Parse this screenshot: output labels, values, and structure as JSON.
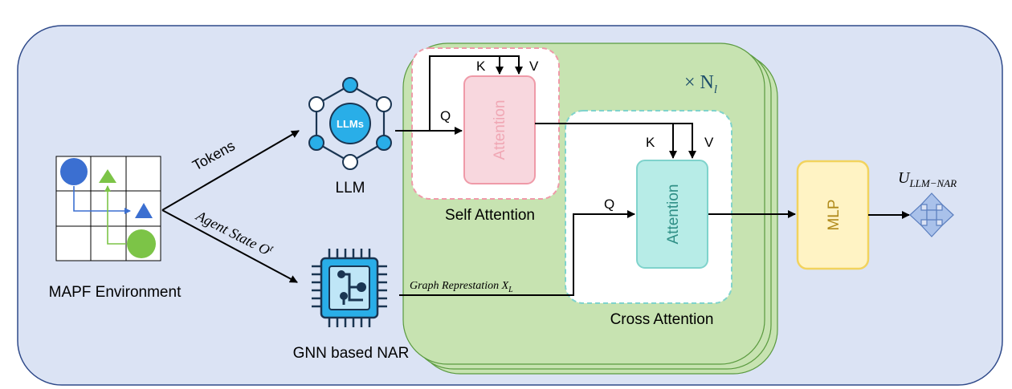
{
  "env": {
    "label": "MAPF Environment"
  },
  "llm": {
    "label": "LLM",
    "icon_text": "LLMs"
  },
  "gnn": {
    "label": "GNN based NAR"
  },
  "edges": {
    "tokens": "Tokens",
    "agent_state": "Agent State O",
    "agent_state_sup": "t",
    "graph_rep": "Graph Represtation X",
    "graph_rep_sub": "L"
  },
  "self_attention": {
    "label": "Self Attention",
    "block": "Attention",
    "q": "Q",
    "k": "K",
    "v": "V"
  },
  "cross_attention": {
    "label": "Cross Attention",
    "block": "Attention",
    "q": "Q",
    "k": "K",
    "v": "V"
  },
  "stack": {
    "repeat": "× N",
    "repeat_sub": "l"
  },
  "mlp": {
    "label": "MLP"
  },
  "output": {
    "label": "U",
    "label_sub": "LLM−NAR"
  },
  "colors": {
    "outer_bg": "#dbe3f4",
    "outer_border": "#2f4a8a",
    "stack_green": "#c7e3b1",
    "stack_border": "#5a9a3f",
    "self_border": "#ef9aa8",
    "self_block": "#f8d7de",
    "cross_border": "#7fd3cc",
    "cross_block": "#b7ece7",
    "mlp_fill": "#fff3c4",
    "mlp_border": "#f2d35e",
    "agent_blue": "#3b6fd1",
    "agent_green": "#7cc447",
    "llm_blue": "#29aee8"
  }
}
